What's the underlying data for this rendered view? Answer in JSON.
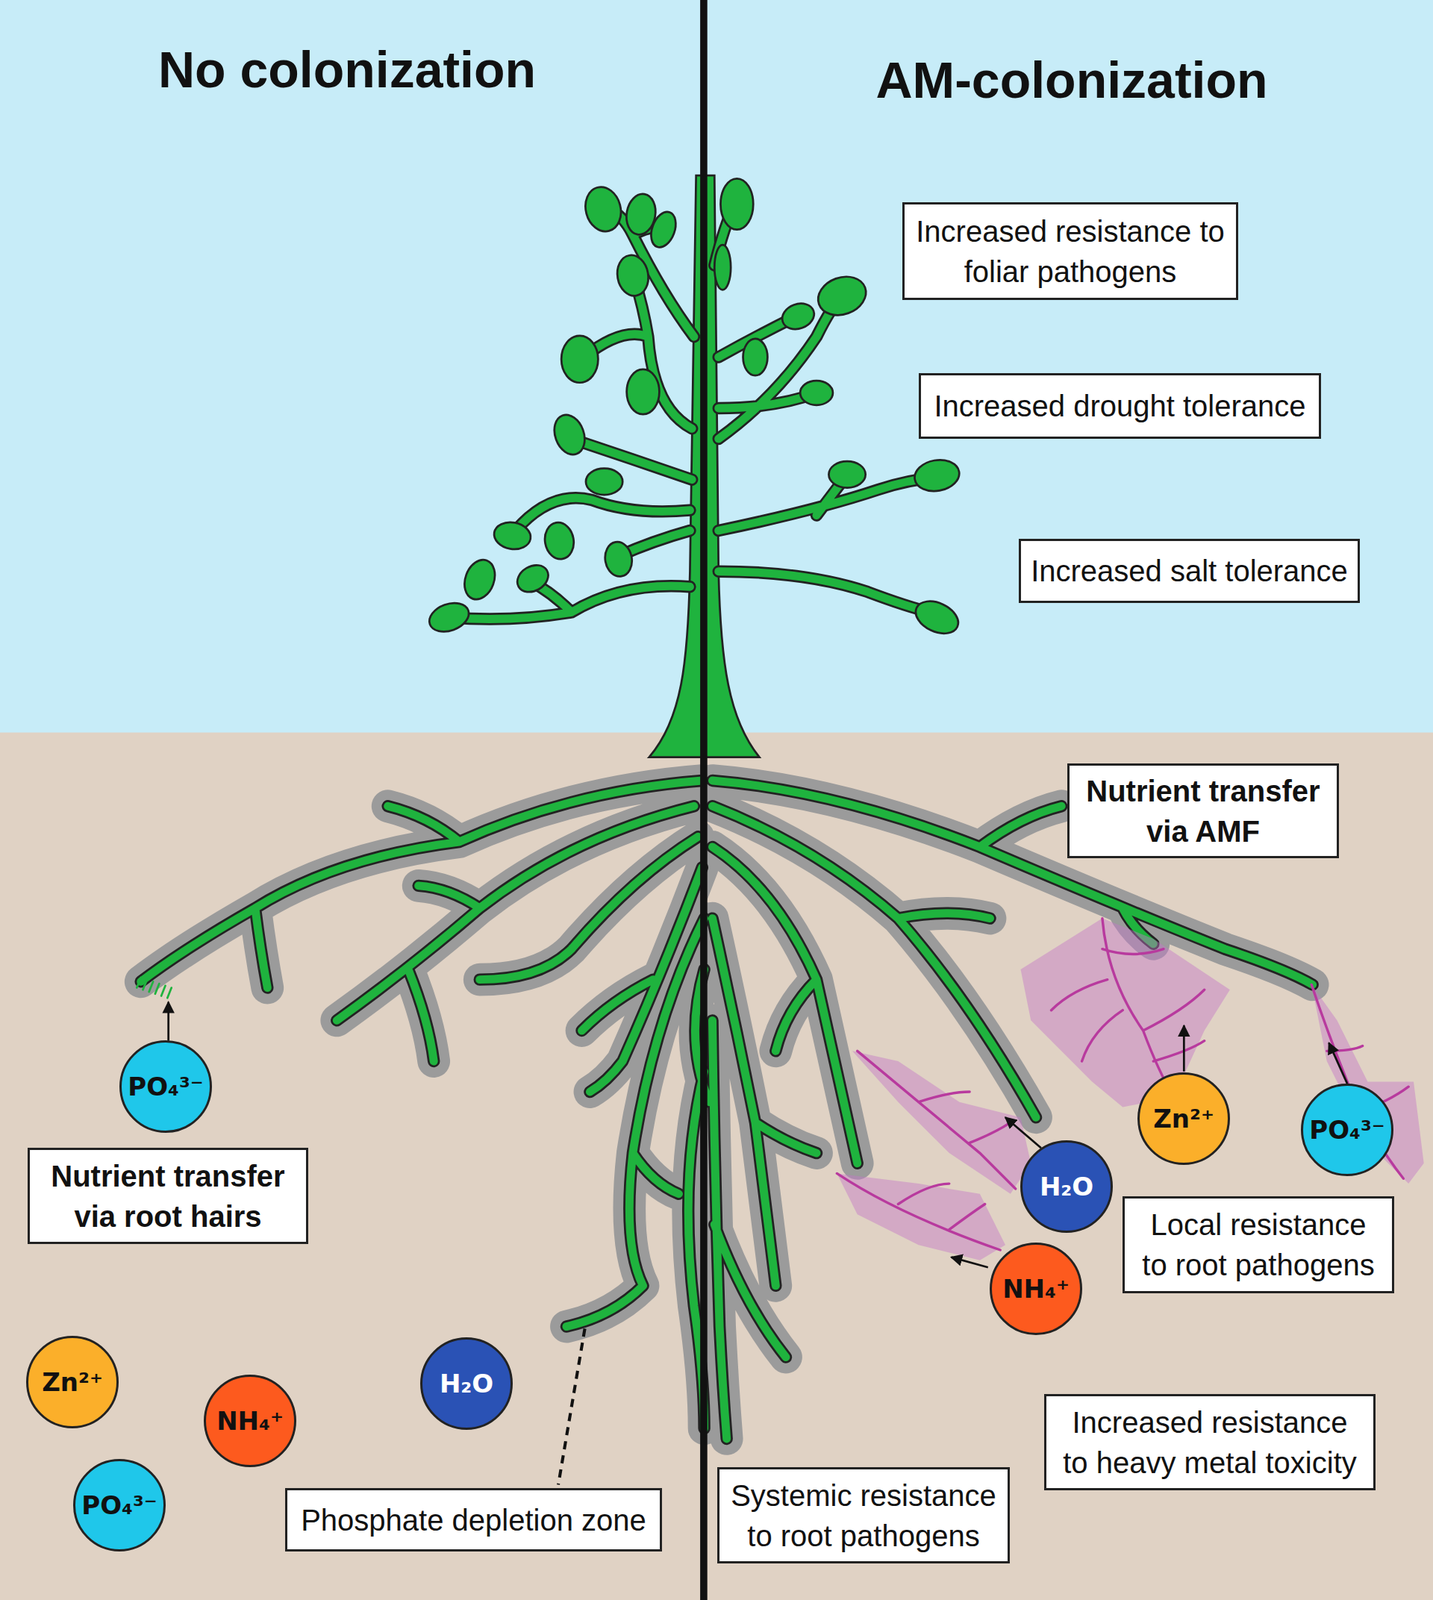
{
  "diagram": {
    "nodes": [
      {
        "text": [
          "Increased resistance to foliar pathogens"
        ]
      },
      {
        "text": [
          "Increased drought tolerance"
        ]
      },
      {
        "text": [
          "Increased salt tolerance"
        ]
      },
      {
        "text": [
          "Nutrient transfer via AMF"
        ]
      },
      {
        "text": [
          "PO₄³⁻"
        ]
      },
      {
        "text": [
          "Zn²⁺"
        ]
      },
      {
        "text": [
          "PO₄³⁻"
        ]
      },
      {
        "text": [
          "H₂O"
        ]
      },
      {
        "text": [
          "Nutrient transfer via root hairs"
        ]
      },
      {
        "text": [
          "Local resistance to root pathogens"
        ]
      },
      {
        "text": [
          "NH₄⁺"
        ]
      },
      {
        "text": [
          "Zn²⁺"
        ]
      },
      {
        "text": [
          "H₂O"
        ]
      },
      {
        "text": [
          "NH₄⁺"
        ]
      },
      {
        "text": [
          "Increased resistance to heavy metal toxicity"
        ]
      },
      {
        "text": [
          "PO₄³⁻"
        ]
      },
      {
        "text": [
          "Systemic resistance to root pathogens"
        ]
      },
      {
        "text": [
          "Phosphate depletion zone"
        ]
      }
    ],
    "labels": [
      "No colonization",
      "AM-colonization"
    ]
  }
}
